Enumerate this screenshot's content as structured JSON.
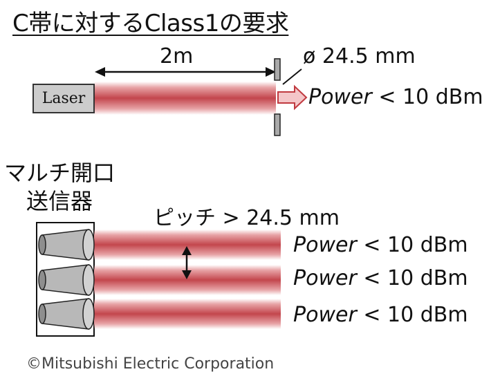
{
  "title": "C帯に対するClass1の要求",
  "top_diagram": {
    "laser_label": "Laser",
    "distance_label": "2m",
    "aperture_label": "ø 24.5 mm",
    "power_word": "Power",
    "power_rest": " < 10 dBm"
  },
  "bottom_diagram": {
    "multi_tx_label_line1": "マルチ開口",
    "multi_tx_label_line2": "送信器",
    "pitch_label": "ピッチ > 24.5 mm",
    "beams": [
      {
        "power_word": "Power",
        "power_rest": " < 10 dBm"
      },
      {
        "power_word": "Power",
        "power_rest": " < 10 dBm"
      },
      {
        "power_word": "Power",
        "power_rest": " < 10 dBm"
      }
    ]
  },
  "copyright": "©Mitsubishi Electric Corporation",
  "colors": {
    "beam_core": "#c3464d",
    "beam_edge": "#e7a2a5",
    "laser_box": "#cccccc",
    "arrow_fill": "#f4c6c8",
    "arrow_stroke": "#c0393f",
    "lens_fill": "#b8b8b8"
  }
}
